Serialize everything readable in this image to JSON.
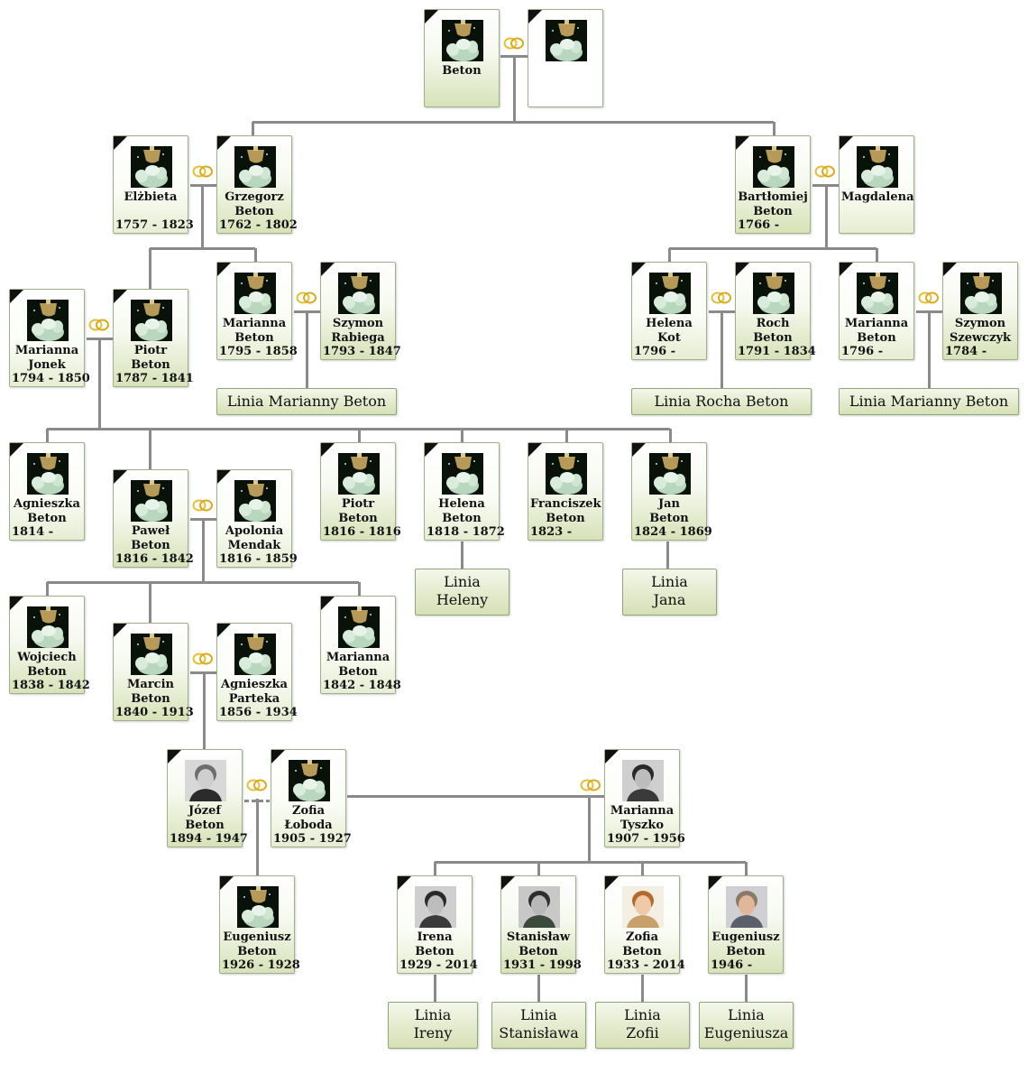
{
  "people": [
    {
      "id": "p1",
      "name": "Beton",
      "dates": "",
      "photo": "placeholder",
      "gender": "m"
    },
    {
      "id": "p2",
      "name": "",
      "dates": "",
      "photo": "placeholder",
      "gender": "f",
      "blank": true
    },
    {
      "id": "p3",
      "name": "Elżbieta",
      "dates": "1757 - 1823",
      "photo": "placeholder",
      "gender": "f"
    },
    {
      "id": "p4",
      "name": "Grzegorz\nBeton",
      "dates": "1762 - 1802",
      "photo": "placeholder",
      "gender": "m"
    },
    {
      "id": "p5",
      "name": "Bartłomiej\nBeton",
      "dates": "1766 -",
      "photo": "placeholder",
      "gender": "m"
    },
    {
      "id": "p6",
      "name": "Magdalena",
      "dates": "",
      "photo": "placeholder",
      "gender": "f"
    },
    {
      "id": "p7",
      "name": "Marianna\nBeton",
      "dates": "1795 - 1858",
      "photo": "placeholder",
      "gender": "f"
    },
    {
      "id": "p8",
      "name": "Szymon\nRabiega",
      "dates": "1793 - 1847",
      "photo": "placeholder",
      "gender": "m"
    },
    {
      "id": "p9",
      "name": "Marianna\nJonek",
      "dates": "1794 - 1850",
      "photo": "placeholder",
      "gender": "f"
    },
    {
      "id": "p10",
      "name": "Piotr\nBeton",
      "dates": "1787 - 1841",
      "photo": "placeholder",
      "gender": "m"
    },
    {
      "id": "p11",
      "name": "Helena\nKot",
      "dates": "1796 -",
      "photo": "placeholder",
      "gender": "f"
    },
    {
      "id": "p12",
      "name": "Roch\nBeton",
      "dates": "1791 - 1834",
      "photo": "placeholder",
      "gender": "m"
    },
    {
      "id": "p13",
      "name": "Marianna\nBeton",
      "dates": "1796 -",
      "photo": "placeholder",
      "gender": "f"
    },
    {
      "id": "p14",
      "name": "Szymon\nSzewczyk",
      "dates": "1784 -",
      "photo": "placeholder",
      "gender": "m"
    },
    {
      "id": "p15",
      "name": "Agnieszka\nBeton",
      "dates": "1814 -",
      "photo": "placeholder",
      "gender": "f"
    },
    {
      "id": "p16",
      "name": "Paweł\nBeton",
      "dates": "1816 - 1842",
      "photo": "placeholder",
      "gender": "m"
    },
    {
      "id": "p17",
      "name": "Apolonia\nMendak",
      "dates": "1816 - 1859",
      "photo": "placeholder",
      "gender": "f"
    },
    {
      "id": "p18",
      "name": "Piotr\nBeton",
      "dates": "1816 - 1816",
      "photo": "placeholder",
      "gender": "m"
    },
    {
      "id": "p19",
      "name": "Helena\nBeton",
      "dates": "1818 - 1872",
      "photo": "placeholder",
      "gender": "f"
    },
    {
      "id": "p20",
      "name": "Franciszek\nBeton",
      "dates": "1823 -",
      "photo": "placeholder",
      "gender": "m"
    },
    {
      "id": "p21",
      "name": "Jan\nBeton",
      "dates": "1824 - 1869",
      "photo": "placeholder",
      "gender": "m"
    },
    {
      "id": "p22",
      "name": "Wojciech\nBeton",
      "dates": "1838 - 1842",
      "photo": "placeholder",
      "gender": "m"
    },
    {
      "id": "p23",
      "name": "Marcin\nBeton",
      "dates": "1840 - 1913",
      "photo": "placeholder",
      "gender": "m"
    },
    {
      "id": "p24",
      "name": "Agnieszka\nParteka",
      "dates": "1856 - 1934",
      "photo": "placeholder",
      "gender": "f"
    },
    {
      "id": "p25",
      "name": "Marianna\nBeton",
      "dates": "1842 - 1848",
      "photo": "placeholder",
      "gender": "f"
    },
    {
      "id": "p26",
      "name": "Józef\nBeton",
      "dates": "1894 - 1947",
      "photo": "portrait-man",
      "gender": "m"
    },
    {
      "id": "p27",
      "name": "Zofia\nŁoboda",
      "dates": "1905 - 1927",
      "photo": "placeholder",
      "gender": "f"
    },
    {
      "id": "p28",
      "name": "Marianna\nTyszko",
      "dates": "1907 - 1956",
      "photo": "portrait-woman",
      "gender": "f"
    },
    {
      "id": "p29",
      "name": "Eugeniusz\nBeton",
      "dates": "1926 - 1928",
      "photo": "placeholder",
      "gender": "m"
    },
    {
      "id": "p30",
      "name": "Irena\nBeton",
      "dates": "1929 - 2014",
      "photo": "portrait-woman",
      "gender": "f"
    },
    {
      "id": "p31",
      "name": "Stanisław\nBeton",
      "dates": "1931 - 1998",
      "photo": "portrait-uniform",
      "gender": "m"
    },
    {
      "id": "p32",
      "name": "Zofia\nBeton",
      "dates": "1933 - 2014",
      "photo": "portrait-woman-color",
      "gender": "f"
    },
    {
      "id": "p33",
      "name": "Eugeniusz\nBeton",
      "dates": "1946 -",
      "photo": "portrait-man-color",
      "gender": "m"
    }
  ],
  "lineages": [
    {
      "id": "l1",
      "label": "Linia Marianny Beton"
    },
    {
      "id": "l2",
      "label": "Linia Rocha Beton"
    },
    {
      "id": "l3",
      "label": "Linia Marianny Beton"
    },
    {
      "id": "l4",
      "label": "Linia\nHeleny"
    },
    {
      "id": "l5",
      "label": "Linia\nJana"
    },
    {
      "id": "l6",
      "label": "Linia\nIreny"
    },
    {
      "id": "l7",
      "label": "Linia\nStanisława"
    },
    {
      "id": "l8",
      "label": "Linia\nZofii"
    },
    {
      "id": "l9",
      "label": "Linia\nEugeniusza"
    }
  ],
  "icons": {
    "mourning": "black-ribbon-corner-icon",
    "marriage": "wedding-rings-icon",
    "placeholder": "silhouette-placeholder-icon"
  },
  "colors": {
    "card_border": "#9cb08a",
    "card_fill": "#d7e2b8",
    "connector": "#8a8a8a",
    "rings": "#e3bf3a",
    "ribbon": "#111111"
  }
}
